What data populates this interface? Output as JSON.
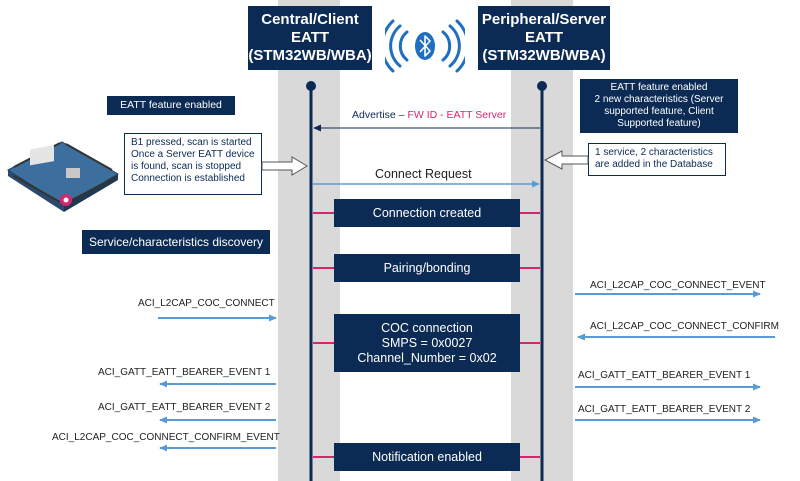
{
  "headers": {
    "central": [
      "Central/Client",
      "EATT",
      "(STM32WB/WBA)"
    ],
    "peripheral": [
      "Peripheral/Server",
      "EATT",
      "(STM32WB/WBA)"
    ]
  },
  "icons": {
    "bluetooth": "bluetooth-icon",
    "board": "nucleo-board-icon"
  },
  "left_badges": {
    "eatt_enabled": "EATT feature enabled",
    "discovery": "Service/characteristics discovery"
  },
  "right_badge": [
    "EATT feature enabled",
    "2 new characteristics (Server",
    "supported feature, Client",
    "Supported feature)"
  ],
  "notes": {
    "b1": [
      "B1 pressed, scan is started",
      "Once a Server EATT device",
      "is found, scan is stopped",
      "Connection is established"
    ],
    "db": [
      "1 service, 2 characteristics",
      "are added in the Database"
    ]
  },
  "messages": {
    "advertise_prefix": "Advertise – ",
    "advertise_suffix": "FW ID - EATT Server",
    "connect_request": "Connect Request"
  },
  "events": {
    "connection_created": [
      "Connection created"
    ],
    "pairing": [
      "Pairing/bonding"
    ],
    "coc": [
      "COC connection",
      "SMPS = 0x0027",
      "Channel_Number = 0x02"
    ],
    "notification": [
      "Notification enabled"
    ]
  },
  "left_calls": [
    "ACI_L2CAP_COC_CONNECT",
    "ACI_GATT_EATT_BEARER_EVENT 1",
    "ACI_GATT_EATT_BEARER_EVENT 2",
    "ACI_L2CAP_COC_CONNECT_CONFIRM_EVENT"
  ],
  "right_calls": [
    "ACI_L2CAP_COC_CONNECT_EVENT",
    "ACI_L2CAP_COC_CONNECT_CONFIRM",
    "ACI_GATT_EATT_BEARER_EVENT 1",
    "ACI_GATT_EATT_BEARER_EVENT 2"
  ],
  "colors": {
    "navy": "#0b2b55",
    "accent_blue": "#5b9bd5",
    "magenta": "#d6266e",
    "lane_grey": "#d9d9d9",
    "bt_blue": "#1f6ec0"
  }
}
